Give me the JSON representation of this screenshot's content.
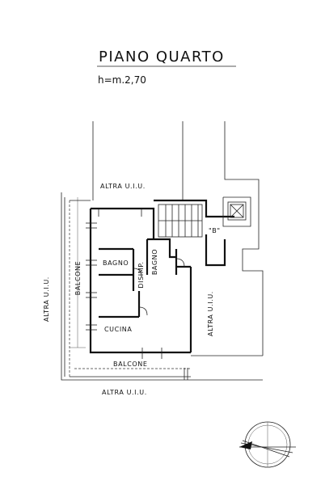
{
  "header": {
    "title": "PIANO QUARTO",
    "height_note": "h=m.2,70"
  },
  "labels": {
    "altra_top": "ALTRA U.I.U.",
    "altra_left": "ALTRA U.I.U.",
    "altra_right": "ALTRA U.I.U.",
    "altra_bottom": "ALTRA U.I.U.",
    "balcone_left": "BALCONE",
    "balcone_bottom": "BALCONE",
    "bagno_1": "BAGNO",
    "bagno_2": "BAGNO",
    "disimp": "DISIMP.",
    "cucina": "CUCINA",
    "stair_tag": "\"B\""
  },
  "compass": {
    "icon": "north-arrow-icon"
  }
}
